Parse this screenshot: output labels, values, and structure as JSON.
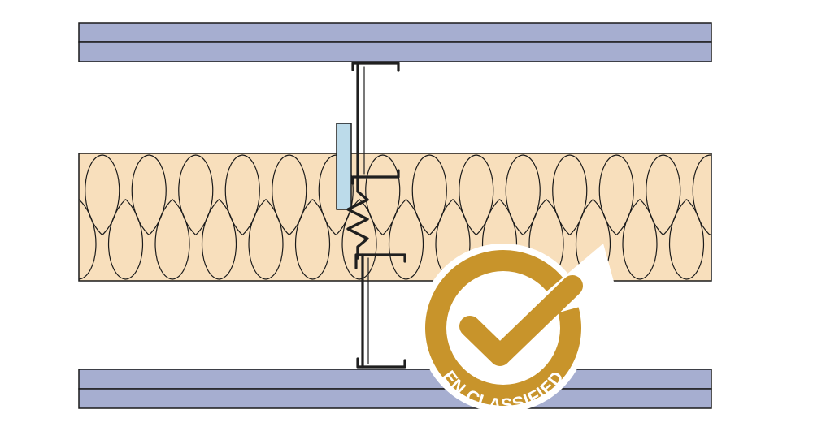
{
  "colors": {
    "background": "#ffffff",
    "board_fill": "#a6aed0",
    "insulation_fill": "#f8dfbc",
    "stud_fill": "#1f1f1f",
    "resilient_strip_fill": "#bcdbea",
    "outline": "#1a1a1a",
    "badge_gold": "#c8942b",
    "badge_text": "#ffffff"
  },
  "icons": {
    "insulation": "wool-loops",
    "badge": "check-mark-seal"
  },
  "badge": {
    "text": "EN CLASSIFIED"
  }
}
